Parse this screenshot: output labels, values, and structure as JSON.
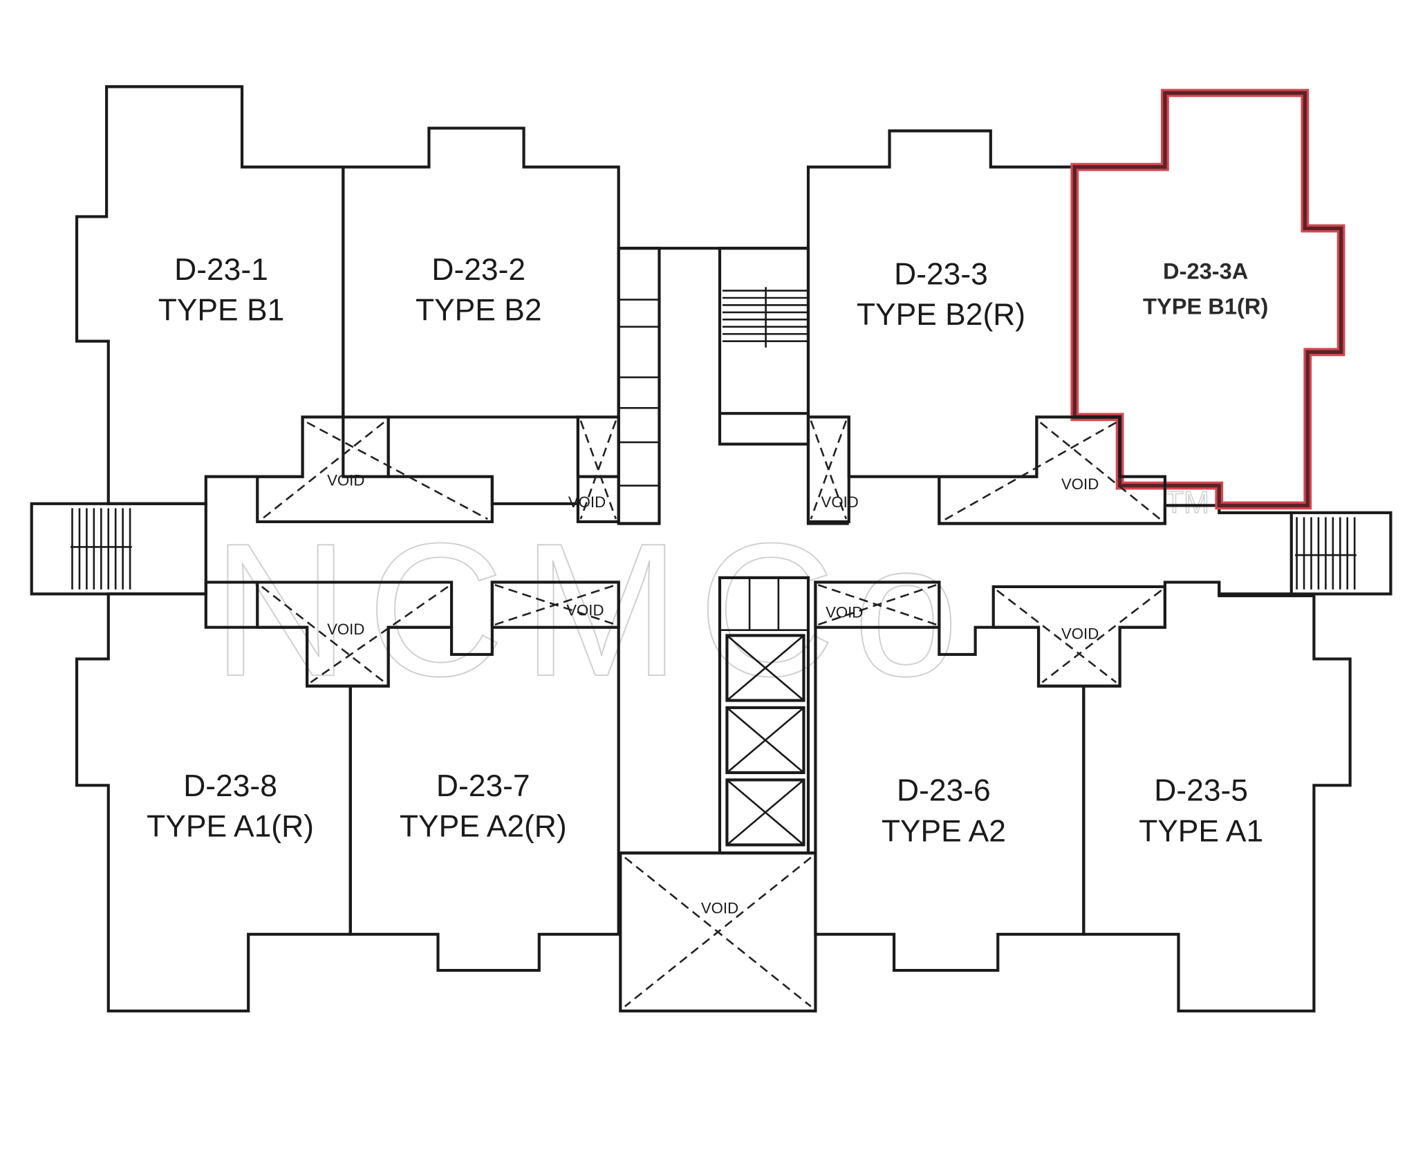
{
  "plan": {
    "units": [
      {
        "id": "D-23-1",
        "type": "TYPE B1"
      },
      {
        "id": "D-23-2",
        "type": "TYPE B2"
      },
      {
        "id": "D-23-3",
        "type": "TYPE B2(R)"
      },
      {
        "id": "D-23-3A",
        "type": "TYPE B1(R)"
      },
      {
        "id": "D-23-8",
        "type": "TYPE A1(R)"
      },
      {
        "id": "D-23-7",
        "type": "TYPE A2(R)"
      },
      {
        "id": "D-23-6",
        "type": "TYPE A2"
      },
      {
        "id": "D-23-5",
        "type": "TYPE A1"
      }
    ],
    "highlighted_unit": "D-23-3A",
    "highlight_color": "#c8323c",
    "void_label": "VOID"
  },
  "watermark": {
    "text": "NCMCo",
    "tm": "TM"
  }
}
